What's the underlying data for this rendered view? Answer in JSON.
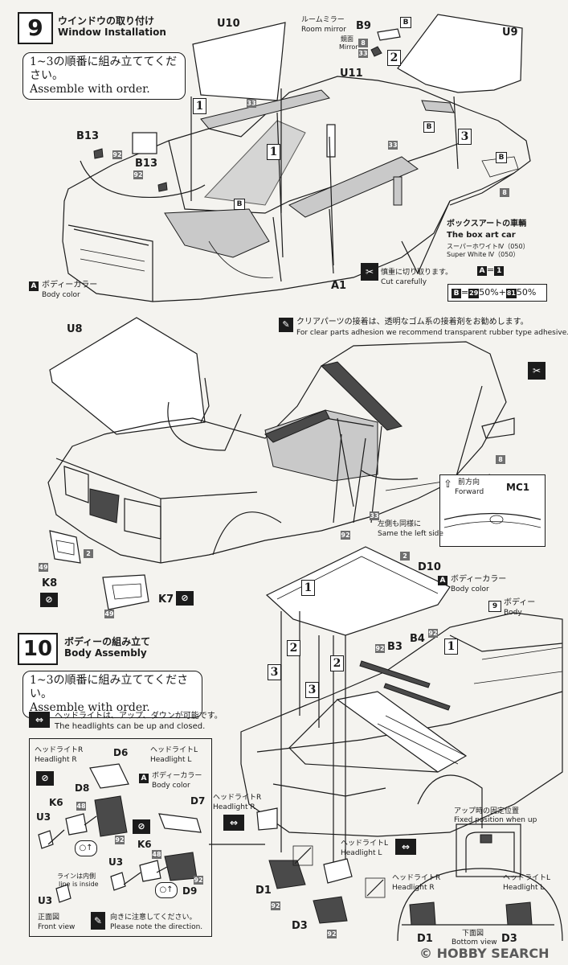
{
  "step9": {
    "number": "9",
    "title_jp": "ウインドウの取り付け",
    "title_en": "Window Installation",
    "order_jp": "1~3の順番に組み立ててください。",
    "order_en": "Assemble with order.",
    "seq": [
      "1",
      "1",
      "2",
      "3"
    ],
    "parts": {
      "u10": "U10",
      "u11": "U11",
      "u9": "U9",
      "b9": "B9",
      "b13a": "B13",
      "b13b": "B13",
      "b_shade1": "B",
      "b_shade2": "B",
      "b_shade3": "B",
      "b_top": "B",
      "a1": "A1"
    },
    "room_mirror_jp": "ルームミラー",
    "room_mirror_en": "Room mirror",
    "mirror_jp": "鏡面",
    "mirror_en": "Mirror",
    "num_8": "8",
    "num_33": "33",
    "num_92": "92",
    "num_33b": "33",
    "num_33c": "33",
    "num_92b": "92",
    "num_8b": "8",
    "body_color_code": "A",
    "body_color_jp": "ボディーカラー",
    "body_color_en": "Body color",
    "cut_jp": "慎重に切り取ります。",
    "cut_en": "Cut carefully",
    "box_art_jp": "ボックスアートの車輌",
    "box_art_en": "The box art car",
    "super_white_jp": "スーパーホワイトⅣ（050）",
    "super_white_en": "Super White Ⅳ（050）",
    "a_code": "A",
    "a_equals": "=",
    "a_value": "1",
    "b_code": "B",
    "b_equals": "=",
    "b_val1": "29",
    "b_pct1": "50%",
    "b_plus": "+",
    "b_val2": "81",
    "b_pct2": "50%"
  },
  "clear_parts": {
    "jp": "クリアパーツの接着は、透明なゴム系の接着剤をお勧めします。",
    "en": "For clear parts adhesion we recommend transparent rubber type adhesive."
  },
  "middle": {
    "u8": "U8",
    "num_8": "8",
    "num_33": "33",
    "num_92": "92",
    "num_49a": "49",
    "num_49b": "49",
    "num_2": "2",
    "k8": "K8",
    "k7": "K7",
    "same_left_jp": "左側も同様に",
    "same_left_en": "Same the left side",
    "forward_jp": "前方向",
    "forward_en": "Forward",
    "mc1": "MC1"
  },
  "step10": {
    "number": "10",
    "title_jp": "ボディーの組み立て",
    "title_en": "Body Assembly",
    "order_jp": "1~3の順番に組み立ててください。",
    "order_en": "Assemble with order.",
    "headlight_note_jp": "ヘッドライトは、アップ、ダウンが可能です。",
    "headlight_note_en": "The headlights can be up and closed.",
    "d10": "D10",
    "num_2": "2",
    "body_code": "A",
    "body_color_jp": "ボディーカラー",
    "body_color_en": "Body color",
    "body_num": "9",
    "body_jp": "ボディー",
    "body_en": "Body",
    "b3": "B3",
    "b4": "B4",
    "num_92a": "92",
    "num_92b": "92",
    "seq": [
      "1",
      "1",
      "2",
      "2",
      "3",
      "3"
    ],
    "hl_r_jp": "ヘッドライトR",
    "hl_r_en": "Headlight R",
    "hl_l_jp": "ヘッドライトL",
    "hl_l_en": "Headlight L",
    "d6": "D6",
    "d8": "D8",
    "d7": "D7",
    "d9": "D9",
    "k6a": "K6",
    "k6b": "K6",
    "u3a": "U3",
    "u3b": "U3",
    "u3c": "U3",
    "num_48a": "48",
    "num_48b": "48",
    "num_92c": "92",
    "num_92d": "92",
    "line_inside_jp": "ラインは内側",
    "line_inside_en": "line is inside",
    "front_view_jp": "正面図",
    "front_view_en": "Front view",
    "direction_jp": "向きに注意してください。",
    "direction_en": "Please note the direction.",
    "right_hl_r_jp": "ヘッドライトR",
    "right_hl_r_en": "Headlight R",
    "right_hl_l_jp": "ヘッドライトL",
    "right_hl_l_en": "Headlight L",
    "d1": "D1",
    "d3": "D3",
    "num_92e": "92",
    "num_92f": "92",
    "fixed_pos_jp": "アップ時の固定位置",
    "fixed_pos_en": "Fixed position when up",
    "br_hl_r_jp": "ヘッドライトR",
    "br_hl_r_en": "Headlight R",
    "br_hl_l_jp": "ヘッドライトL",
    "br_hl_l_en": "Headlight L",
    "bottom_view_jp": "下面図",
    "bottom_view_en": "Bottom view",
    "br_d1": "D1",
    "br_d3": "D3"
  },
  "watermark": {
    "brand": "HOBBY SEARCH",
    "copyright": "©"
  }
}
